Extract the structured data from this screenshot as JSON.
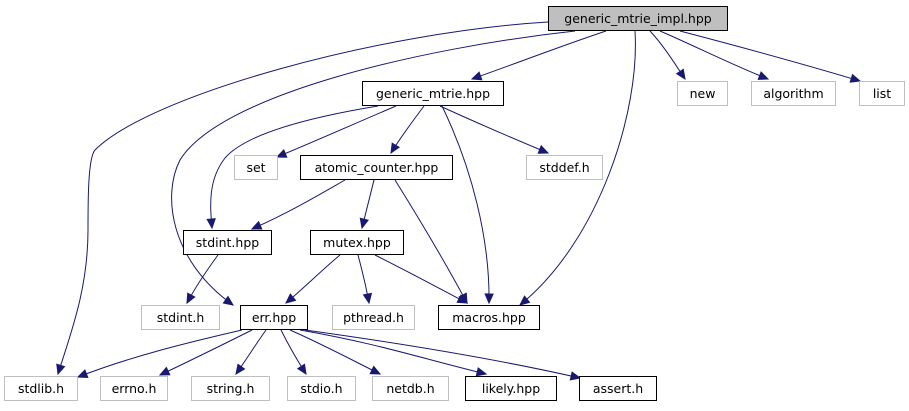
{
  "graph": {
    "colors": {
      "edge": "#191970",
      "root_fill": "#bfbfbf",
      "documented_border": "#000000",
      "external_border": "#bfbfbf",
      "node_fill": "#ffffff"
    },
    "nodes": [
      {
        "id": "generic_mtrie_impl",
        "label": "generic_mtrie_impl.hpp",
        "kind": "root"
      },
      {
        "id": "generic_mtrie",
        "label": "generic_mtrie.hpp",
        "kind": "documented"
      },
      {
        "id": "new",
        "label": "new",
        "kind": "external"
      },
      {
        "id": "algorithm",
        "label": "algorithm",
        "kind": "external"
      },
      {
        "id": "list",
        "label": "list",
        "kind": "external"
      },
      {
        "id": "set",
        "label": "set",
        "kind": "external"
      },
      {
        "id": "atomic_counter",
        "label": "atomic_counter.hpp",
        "kind": "documented"
      },
      {
        "id": "stddef",
        "label": "stddef.h",
        "kind": "external"
      },
      {
        "id": "stdint_hpp",
        "label": "stdint.hpp",
        "kind": "documented"
      },
      {
        "id": "mutex",
        "label": "mutex.hpp",
        "kind": "documented"
      },
      {
        "id": "stdint_h",
        "label": "stdint.h",
        "kind": "external"
      },
      {
        "id": "err",
        "label": "err.hpp",
        "kind": "documented"
      },
      {
        "id": "pthread",
        "label": "pthread.h",
        "kind": "external"
      },
      {
        "id": "macros",
        "label": "macros.hpp",
        "kind": "documented"
      },
      {
        "id": "stdlib",
        "label": "stdlib.h",
        "kind": "external"
      },
      {
        "id": "errno",
        "label": "errno.h",
        "kind": "external"
      },
      {
        "id": "string",
        "label": "string.h",
        "kind": "external"
      },
      {
        "id": "stdio",
        "label": "stdio.h",
        "kind": "external"
      },
      {
        "id": "netdb",
        "label": "netdb.h",
        "kind": "external"
      },
      {
        "id": "likely",
        "label": "likely.hpp",
        "kind": "documented"
      },
      {
        "id": "assert",
        "label": "assert.h",
        "kind": "documented"
      }
    ],
    "edges": [
      {
        "from": "generic_mtrie_impl",
        "to": "generic_mtrie"
      },
      {
        "from": "generic_mtrie_impl",
        "to": "new"
      },
      {
        "from": "generic_mtrie_impl",
        "to": "algorithm"
      },
      {
        "from": "generic_mtrie_impl",
        "to": "list"
      },
      {
        "from": "generic_mtrie_impl",
        "to": "stdlib"
      },
      {
        "from": "generic_mtrie_impl",
        "to": "err"
      },
      {
        "from": "generic_mtrie_impl",
        "to": "macros"
      },
      {
        "from": "generic_mtrie",
        "to": "set"
      },
      {
        "from": "generic_mtrie",
        "to": "atomic_counter"
      },
      {
        "from": "generic_mtrie",
        "to": "stddef"
      },
      {
        "from": "generic_mtrie",
        "to": "stdint_hpp"
      },
      {
        "from": "generic_mtrie",
        "to": "macros"
      },
      {
        "from": "atomic_counter",
        "to": "stdint_hpp"
      },
      {
        "from": "atomic_counter",
        "to": "mutex"
      },
      {
        "from": "atomic_counter",
        "to": "macros"
      },
      {
        "from": "stdint_hpp",
        "to": "stdint_h"
      },
      {
        "from": "mutex",
        "to": "err"
      },
      {
        "from": "mutex",
        "to": "pthread"
      },
      {
        "from": "mutex",
        "to": "macros"
      },
      {
        "from": "err",
        "to": "stdlib"
      },
      {
        "from": "err",
        "to": "errno"
      },
      {
        "from": "err",
        "to": "string"
      },
      {
        "from": "err",
        "to": "stdio"
      },
      {
        "from": "err",
        "to": "netdb"
      },
      {
        "from": "err",
        "to": "likely"
      },
      {
        "from": "err",
        "to": "assert"
      }
    ]
  }
}
